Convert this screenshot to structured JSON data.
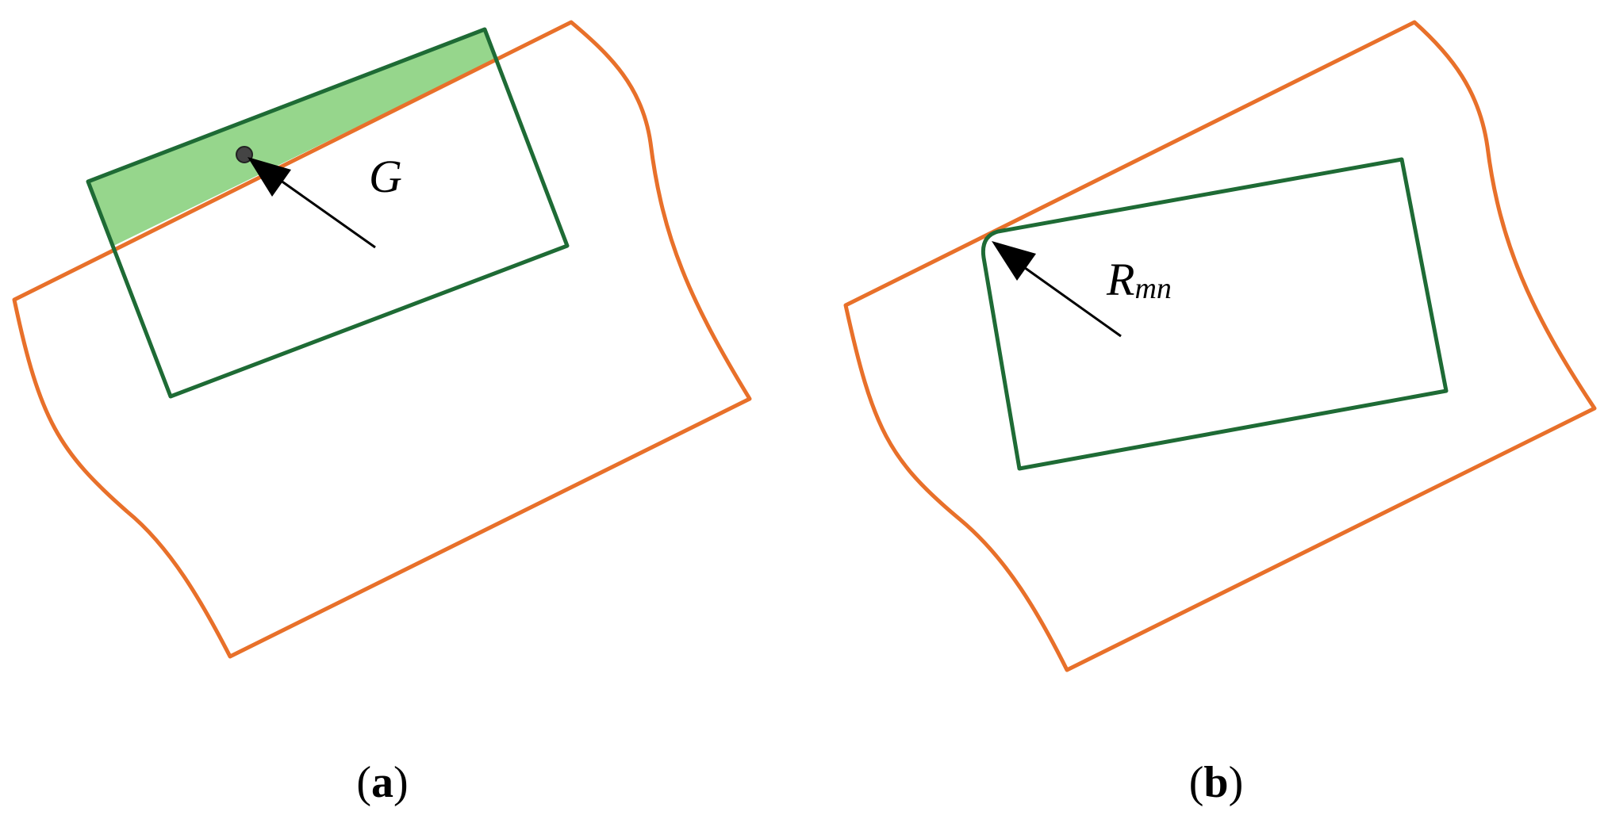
{
  "colors": {
    "boundary": "#e8702a",
    "gripper": "#1e6b35",
    "overlap_fill": "#96d68c",
    "contact_point": "#444444",
    "arrow": "#000000"
  },
  "panel_a": {
    "point_label": "G",
    "caption_open": "(",
    "caption_letter": "a",
    "caption_close": ")"
  },
  "panel_b": {
    "point_label_main": "R",
    "point_label_sub": "mn",
    "caption_open": "(",
    "caption_letter": "b",
    "caption_close": ")"
  }
}
